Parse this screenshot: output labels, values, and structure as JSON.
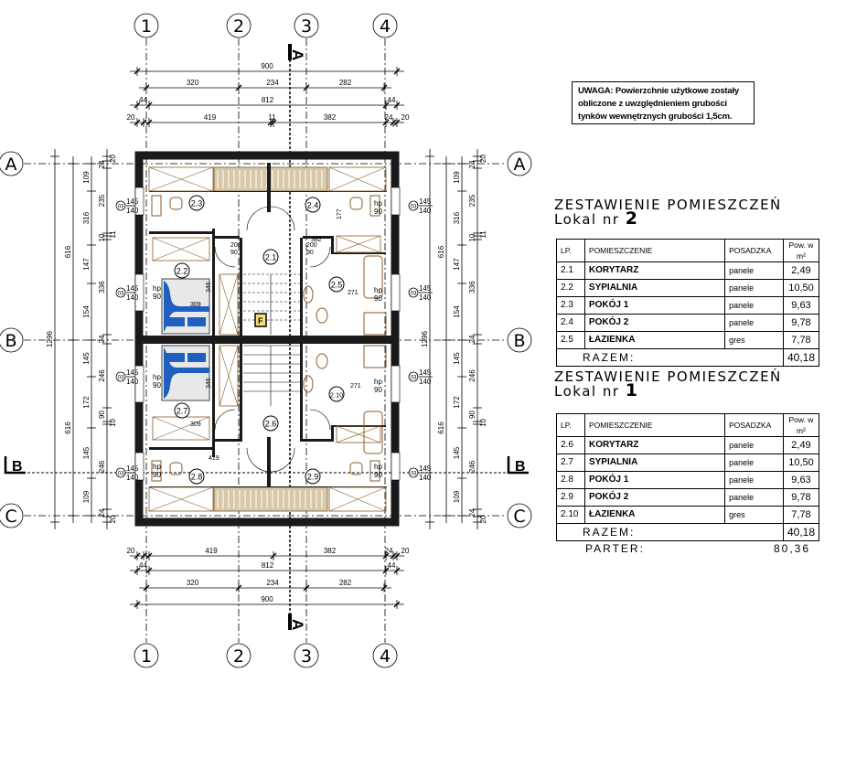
{
  "note": {
    "lines": [
      "UWAGA: Powierzchnie użytkowe zostały",
      "obliczone z uwzględnieniem grubości",
      "tynków wewnętrznych grubości 1,5cm."
    ]
  },
  "grid": {
    "columns": [
      "1",
      "2",
      "3",
      "4"
    ],
    "rows": [
      "A",
      "B",
      "C"
    ],
    "section_a": "A",
    "section_b": "B"
  },
  "dimensions": {
    "horizontal_total": "900",
    "horizontal_axes": [
      "320",
      "234",
      "282"
    ],
    "horizontal_812": [
      "44",
      "812",
      "44"
    ],
    "horizontal_detail": [
      "20",
      "419",
      "11",
      "382",
      "24",
      "20"
    ],
    "bottom_detail": [
      "20",
      "419",
      "382",
      "24",
      "20"
    ],
    "vertical_total": "1296",
    "vertical_axes": [
      "616",
      "616"
    ],
    "vertical_mid": [
      "109",
      "316",
      "147",
      "154",
      "145",
      "172",
      "145",
      "109"
    ],
    "vertical_detail": [
      "20",
      "24",
      "235",
      "11",
      "10",
      "336",
      "24",
      "246",
      "90",
      "10",
      "246",
      "24",
      "20"
    ],
    "window_label": "03",
    "window_top": "145",
    "window_bottom": "140"
  },
  "rooms_on_plan": [
    "2.1",
    "2.2",
    "2.3",
    "2.4",
    "2.5",
    "2.6",
    "2.7",
    "2.8",
    "2.9",
    "2.10"
  ],
  "plan_labels": {
    "hp": "hp",
    "hp_value": "90",
    "door_a": "200",
    "door_b": "90",
    "stair_marker": "F",
    "dim_309": "309",
    "dim_346": "346",
    "dim_271": "271",
    "dim_177": "177",
    "dim_382": "382",
    "dim_419": "419"
  },
  "lokal2": {
    "title": "ZESTAWIENIE POMIESZCZEŃ",
    "subtitle": "Lokal nr",
    "number": "2",
    "headers": [
      "LP.",
      "POMIESZCZENIE",
      "POSADZKA",
      "Pow. w m²"
    ],
    "rows": [
      {
        "lp": "2.1",
        "name": "KORYTARZ",
        "floor": "panele",
        "area": "2,49"
      },
      {
        "lp": "2.2",
        "name": "SYPIALNIA",
        "floor": "panele",
        "area": "10,50"
      },
      {
        "lp": "2.3",
        "name": "POKÓJ 1",
        "floor": "panele",
        "area": "9,63"
      },
      {
        "lp": "2.4",
        "name": "POKÓJ 2",
        "floor": "panele",
        "area": "9,78"
      },
      {
        "lp": "2.5",
        "name": "ŁAZIENKA",
        "floor": "gres",
        "area": "7,78"
      }
    ],
    "total_label": "RAZEM:",
    "total": "40,18"
  },
  "lokal1": {
    "title": "ZESTAWIENIE POMIESZCZEŃ",
    "subtitle": "Lokal nr",
    "number": "1",
    "headers": [
      "LP.",
      "POMIESZCZENIE",
      "POSADZKA",
      "Pow. w m²"
    ],
    "rows": [
      {
        "lp": "2.6",
        "name": "KORYTARZ",
        "floor": "panele",
        "area": "2,49"
      },
      {
        "lp": "2.7",
        "name": "SYPIALNIA",
        "floor": "panele",
        "area": "10,50"
      },
      {
        "lp": "2.8",
        "name": "POKÓJ 1",
        "floor": "panele",
        "area": "9,63"
      },
      {
        "lp": "2.9",
        "name": "POKÓJ 2",
        "floor": "panele",
        "area": "9,78"
      },
      {
        "lp": "2.10",
        "name": "ŁAZIENKA",
        "floor": "gres",
        "area": "7,78"
      }
    ],
    "total_label": "RAZEM:",
    "total": "40,18"
  },
  "parter": {
    "label": "PARTER:",
    "value": "80,36"
  },
  "colors": {
    "wall": "#1a1a1a",
    "furniture": "#8b5a2b",
    "bed": "#1f5fbf",
    "radiator": "#d8c8a8",
    "stair_marker": "#f4e27a"
  }
}
